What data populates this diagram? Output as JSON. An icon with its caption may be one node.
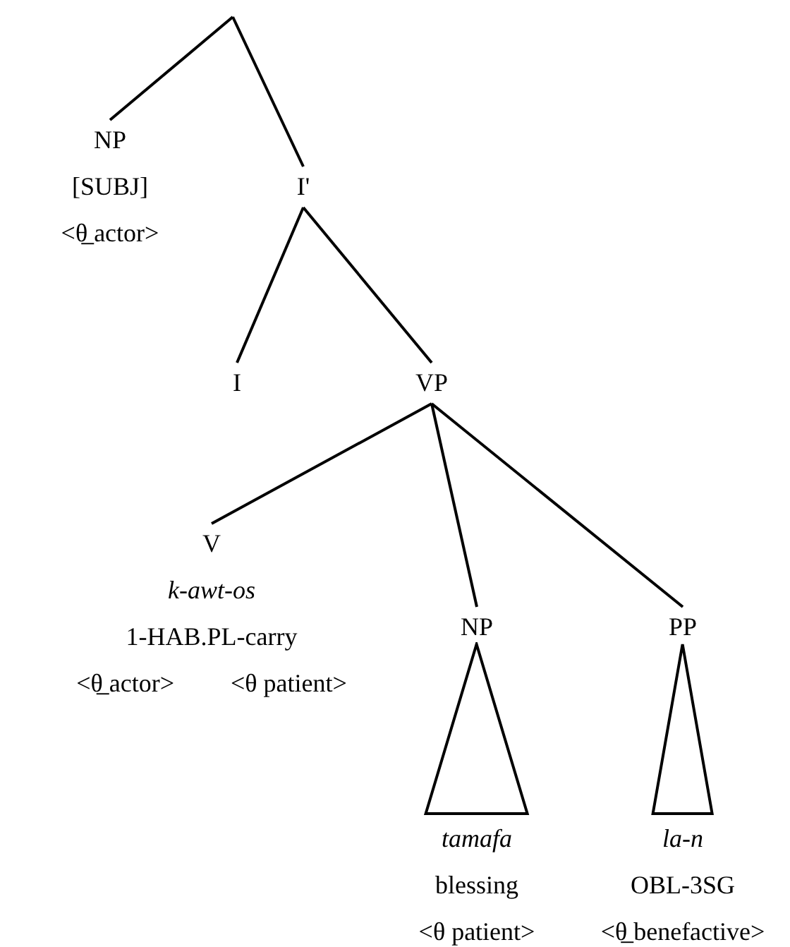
{
  "diagram": {
    "nodes": [
      {
        "text": [
          "NP",
          "[SUBJ]",
          "<θ̲ actor>"
        ]
      },
      {
        "text": [
          "I'"
        ]
      },
      {
        "text": [
          "I"
        ]
      },
      {
        "text": [
          "VP"
        ]
      },
      {
        "text": [
          "V",
          "k-awt-os",
          "1-HAB.PL-carry",
          "<θ̲ actor>",
          "<θ patient>"
        ]
      },
      {
        "text": [
          "NP"
        ]
      },
      {
        "text": [
          "tamafa",
          "blessing",
          "<θ patient>"
        ]
      },
      {
        "text": [
          "PP"
        ]
      },
      {
        "text": [
          "la-n",
          "OBL-3SG",
          "<θ̲ benefactive>"
        ]
      }
    ],
    "edges": [
      {
        "from": null,
        "to": 0,
        "arrow": "none"
      },
      {
        "from": null,
        "to": 1,
        "arrow": "none"
      },
      {
        "from": 1,
        "to": 2,
        "arrow": "none"
      },
      {
        "from": 1,
        "to": 3,
        "arrow": "none"
      },
      {
        "from": 3,
        "to": 4,
        "arrow": "none"
      },
      {
        "from": 3,
        "to": 5,
        "arrow": "none"
      },
      {
        "from": 3,
        "to": 7,
        "arrow": "none"
      }
    ]
  }
}
